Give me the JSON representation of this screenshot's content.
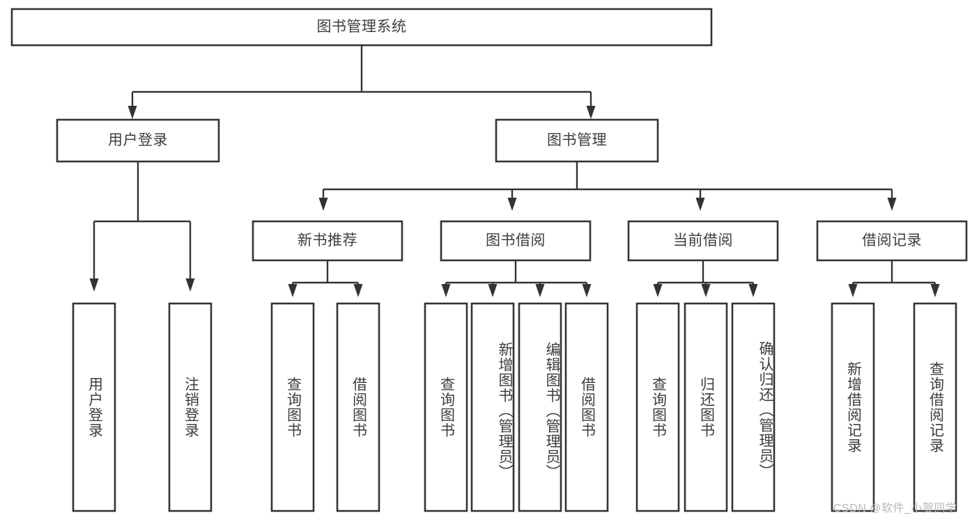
{
  "diagram": {
    "type": "tree-hierarchy-flowchart",
    "title_node": "图书管理系统",
    "watermark": "CSDN @软件_小贺同学",
    "level1": {
      "root": {
        "label": "图书管理系统"
      }
    },
    "level2": [
      {
        "label": "用户登录"
      },
      {
        "label": "图书管理"
      }
    ],
    "level3": [
      {
        "label": "新书推荐"
      },
      {
        "label": "图书借阅"
      },
      {
        "label": "当前借阅"
      },
      {
        "label": "借阅记录"
      }
    ],
    "leaves": {
      "user_login": [
        {
          "label": "用户登录"
        },
        {
          "label": "注销登录"
        }
      ],
      "new_book_recommend": [
        {
          "label": "查询图书"
        },
        {
          "label": "借阅图书"
        }
      ],
      "book_borrow": [
        {
          "label": "查询图书"
        },
        {
          "label": "新增图书（管理员）"
        },
        {
          "label": "编辑图书（管理员）"
        },
        {
          "label": "借阅图书"
        }
      ],
      "current_borrow": [
        {
          "label": "查询图书"
        },
        {
          "label": "归还图书"
        },
        {
          "label": "确认归还（管理员）"
        }
      ],
      "borrow_record": [
        {
          "label": "新增借阅记录"
        },
        {
          "label": "查询借阅记录"
        }
      ]
    },
    "colors": {
      "stroke": "#333333",
      "fill": "#ffffff",
      "text": "#3d3d3d",
      "watermark": "#b8b8b8"
    }
  }
}
